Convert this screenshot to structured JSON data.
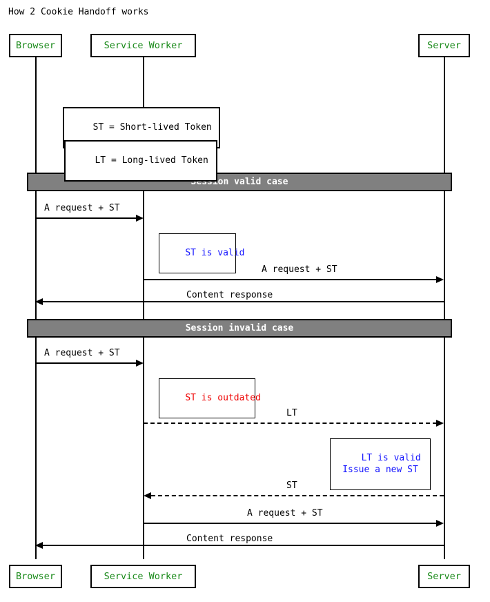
{
  "title": "How 2 Cookie Handoff works",
  "colors": {
    "participant_text": "#1a8a1a",
    "divider_fill": "#808080",
    "divider_text": "#ffffff",
    "note_blue": "#1414ff",
    "note_red": "#ee0000",
    "line": "#000000",
    "background": "#ffffff"
  },
  "participants": [
    {
      "id": "browser",
      "label": "Browser"
    },
    {
      "id": "service_worker",
      "label": "Service Worker"
    },
    {
      "id": "server",
      "label": "Server"
    }
  ],
  "legend_notes": [
    {
      "text": "ST = Short-lived Token",
      "color": "black",
      "on": "service_worker"
    },
    {
      "text": "LT = Long-lived Token",
      "color": "black",
      "on": "service_worker"
    }
  ],
  "sections": [
    {
      "id": "valid",
      "label": "Session valid case"
    },
    {
      "id": "invalid",
      "label": "Session invalid case"
    }
  ],
  "messages": [
    {
      "id": "m1",
      "from": "browser",
      "to": "service_worker",
      "label": "A request + ST",
      "style": "solid",
      "section": "valid"
    },
    {
      "id": "m2",
      "from": "service_worker",
      "to": "server",
      "label": "A request + ST",
      "style": "solid",
      "section": "valid"
    },
    {
      "id": "m3",
      "from": "server",
      "to": "browser",
      "label": "Content response",
      "style": "solid",
      "section": "valid"
    },
    {
      "id": "m4",
      "from": "browser",
      "to": "service_worker",
      "label": "A request + ST",
      "style": "solid",
      "section": "invalid"
    },
    {
      "id": "m5",
      "from": "service_worker",
      "to": "server",
      "label": "LT",
      "style": "dashed",
      "section": "invalid"
    },
    {
      "id": "m6",
      "from": "server",
      "to": "service_worker",
      "label": "ST",
      "style": "dashed",
      "section": "invalid"
    },
    {
      "id": "m7",
      "from": "service_worker",
      "to": "server",
      "label": "A request + ST",
      "style": "solid",
      "section": "invalid"
    },
    {
      "id": "m8",
      "from": "server",
      "to": "browser",
      "label": "Content response",
      "style": "solid",
      "section": "invalid"
    }
  ],
  "notes": [
    {
      "id": "n1",
      "text": "ST is valid",
      "color": "blue",
      "section": "valid"
    },
    {
      "id": "n2",
      "text": "ST is outdated",
      "color": "red",
      "section": "invalid"
    },
    {
      "id": "n3",
      "text": "LT is valid\nIssue a new ST",
      "color": "blue",
      "section": "invalid"
    }
  ]
}
